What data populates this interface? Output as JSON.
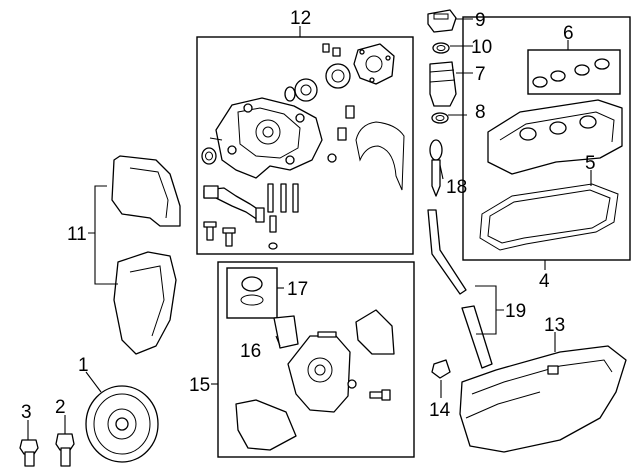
{
  "callouts": {
    "c1": "1",
    "c2": "2",
    "c3": "3",
    "c4": "4",
    "c5": "5",
    "c6": "6",
    "c7": "7",
    "c8": "8",
    "c9": "9",
    "c10": "10",
    "c11": "11",
    "c12": "12",
    "c13": "13",
    "c14": "14",
    "c15": "15",
    "c16": "16",
    "c17": "17",
    "c18": "18",
    "c19": "19"
  },
  "colors": {
    "line": "#000000",
    "background": "#ffffff",
    "shade": "#d9d9d9"
  }
}
